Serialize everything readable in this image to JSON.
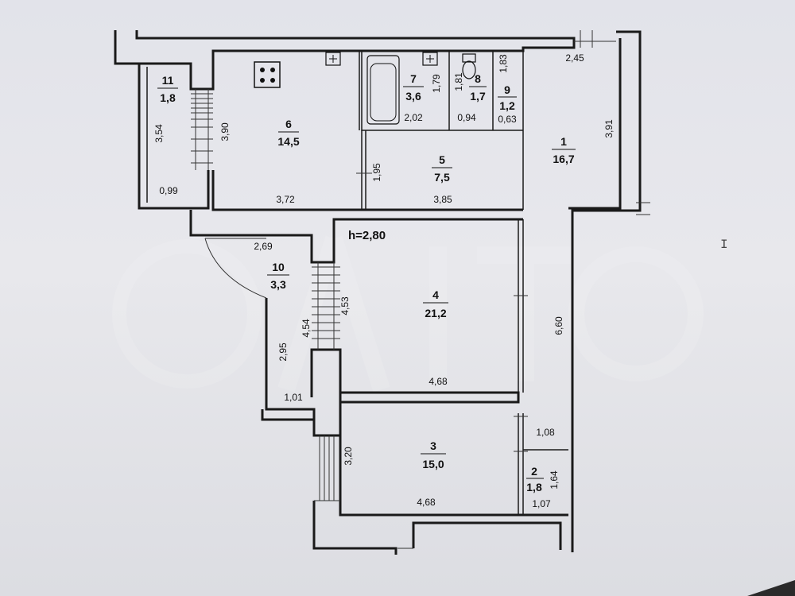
{
  "ceiling_height": "h=2,80",
  "rooms": [
    {
      "id": "r1",
      "number": "1",
      "area": "16,7"
    },
    {
      "id": "r2",
      "number": "2",
      "area": "1,8"
    },
    {
      "id": "r3",
      "number": "3",
      "area": "15,0"
    },
    {
      "id": "r4",
      "number": "4",
      "area": "21,2"
    },
    {
      "id": "r5",
      "number": "5",
      "area": "7,5"
    },
    {
      "id": "r6",
      "number": "6",
      "area": "14,5"
    },
    {
      "id": "r7",
      "number": "7",
      "area": "3,6"
    },
    {
      "id": "r8",
      "number": "8",
      "area": "1,7"
    },
    {
      "id": "r9",
      "number": "9",
      "area": "1,2"
    },
    {
      "id": "r10",
      "number": "10",
      "area": "3,3"
    },
    {
      "id": "r11",
      "number": "11",
      "area": "1,8"
    }
  ],
  "dimensions": {
    "d_2_45": "2,45",
    "d_3_91": "3,91",
    "d_6_60": "6,60",
    "d_1_08": "1,08",
    "d_1_64": "1,64",
    "d_1_07": "1,07",
    "d_4_68_top": "4,68",
    "d_4_68_bottom": "4,68",
    "d_3_20": "3,20",
    "d_4_53": "4,53",
    "d_4_54": "4,54",
    "d_2_95": "2,95",
    "d_1_01": "1,01",
    "d_2_69": "2,69",
    "d_3_72": "3,72",
    "d_3_85": "3,85",
    "d_1_95": "1,95",
    "d_3_90": "3,90",
    "d_3_54": "3,54",
    "d_0_99": "0,99",
    "d_2_02": "2,02",
    "d_1_79": "1,79",
    "d_1_81": "1,81",
    "d_0_94": "0,94",
    "d_1_83": "1,83",
    "d_0_63": "0,63"
  },
  "cursor_glyph": "I"
}
